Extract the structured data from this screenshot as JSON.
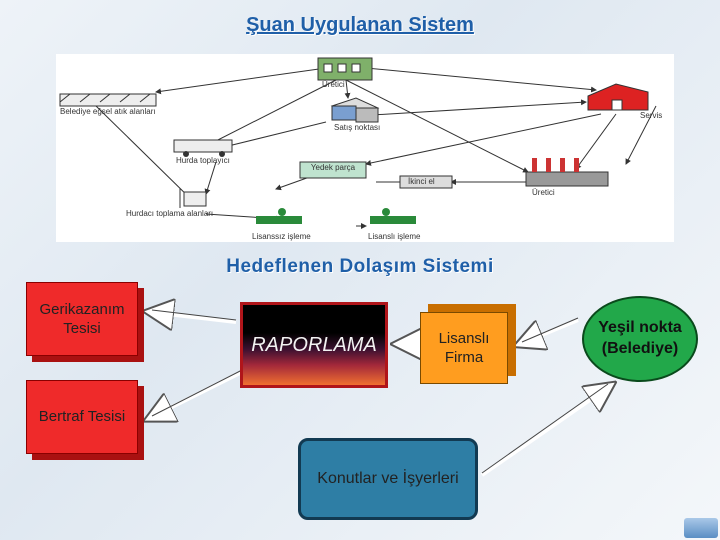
{
  "title": "Şuan Uygulanan Sistem",
  "subtitle": "Hedeflenen Dolaşım Sistemi",
  "upper_diagram": {
    "labels": {
      "uretici_top": "Üretici",
      "belediye": "Belediye eğsel atık alanları",
      "servis": "Servis",
      "satis": "Satış noktası",
      "hurda_toplayici": "Hurda toplayıcı",
      "yedek_parca": "Yedek parça",
      "ikinci_el": "İkinci el",
      "uretici_bottom": "Üretici",
      "hurdaci": "Hurdacı toplama alanları",
      "lisanssiz": "Lisanssız işleme",
      "lisansli": "Lisanslı işleme"
    }
  },
  "lower_diagram": {
    "gerikazanim": "Gerikazanım Tesisi",
    "bertraf": "Bertraf Tesisi",
    "raporlama": "RAPORLAMA",
    "lisansli_firma": "Lisanslı Firma",
    "yesil_nokta": "Yeşil nokta (Belediye)",
    "konutlar": "Konutlar ve İşyerleri"
  },
  "colors": {
    "title": "#1f5fa8",
    "red_box": "#ef2a2a",
    "orange_box": "#ff9d1f",
    "green_circle": "#22a84a",
    "blue_box": "#2e7ea5"
  }
}
